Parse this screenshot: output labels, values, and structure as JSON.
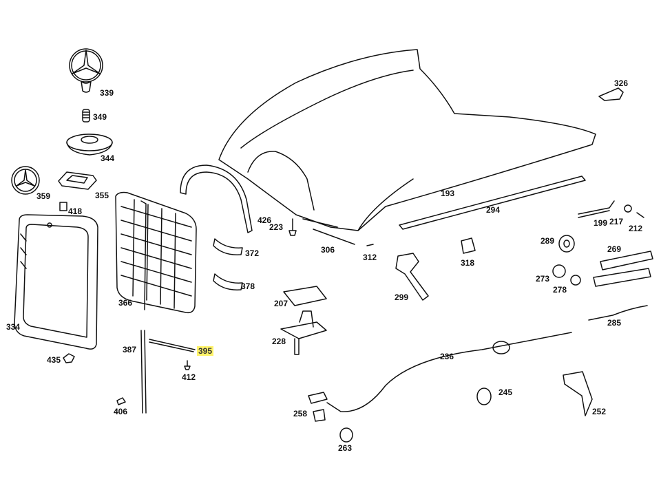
{
  "diagram": {
    "type": "exploded parts diagram",
    "highlight_color": "#fff36a",
    "highlighted_part": "395",
    "parts": [
      {
        "id": "p339",
        "label": "339"
      },
      {
        "id": "p349",
        "label": "349"
      },
      {
        "id": "p344",
        "label": "344"
      },
      {
        "id": "p359",
        "label": "359"
      },
      {
        "id": "p355",
        "label": "355"
      },
      {
        "id": "p418",
        "label": "418"
      },
      {
        "id": "p334",
        "label": "334"
      },
      {
        "id": "p435",
        "label": "435"
      },
      {
        "id": "p366",
        "label": "366"
      },
      {
        "id": "p387",
        "label": "387"
      },
      {
        "id": "p395",
        "label": "395"
      },
      {
        "id": "p412",
        "label": "412"
      },
      {
        "id": "p406",
        "label": "406"
      },
      {
        "id": "p426",
        "label": "426"
      },
      {
        "id": "p372",
        "label": "372"
      },
      {
        "id": "p378",
        "label": "378"
      },
      {
        "id": "p223",
        "label": "223"
      },
      {
        "id": "p306",
        "label": "306"
      },
      {
        "id": "p312",
        "label": "312"
      },
      {
        "id": "p193",
        "label": "193"
      },
      {
        "id": "p294",
        "label": "294"
      },
      {
        "id": "p326",
        "label": "326"
      },
      {
        "id": "p199",
        "label": "199"
      },
      {
        "id": "p217",
        "label": "217"
      },
      {
        "id": "p212",
        "label": "212"
      },
      {
        "id": "p289",
        "label": "289"
      },
      {
        "id": "p269",
        "label": "269"
      },
      {
        "id": "p273",
        "label": "273"
      },
      {
        "id": "p278",
        "label": "278"
      },
      {
        "id": "p318",
        "label": "318"
      },
      {
        "id": "p299",
        "label": "299"
      },
      {
        "id": "p207",
        "label": "207"
      },
      {
        "id": "p228",
        "label": "228"
      },
      {
        "id": "p285",
        "label": "285"
      },
      {
        "id": "p236",
        "label": "236"
      },
      {
        "id": "p245",
        "label": "245"
      },
      {
        "id": "p252",
        "label": "252"
      },
      {
        "id": "p258",
        "label": "258"
      },
      {
        "id": "p263",
        "label": "263"
      }
    ]
  }
}
